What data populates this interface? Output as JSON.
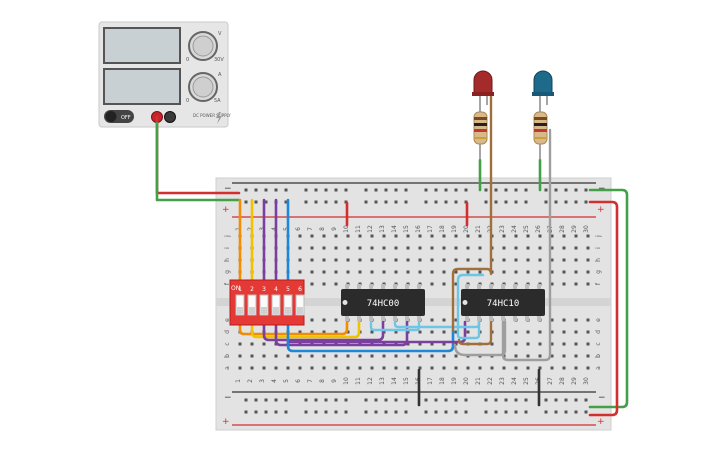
{
  "power_supply": {
    "volt_tick_low": "0",
    "volt_tick_high": "30V",
    "amp_tick_low": "0",
    "amp_tick_high": "5A",
    "dial_mark_v": "V",
    "dial_mark_a": "A",
    "switch_label": "OFF",
    "brand_text": "DC POWER SUPPLY",
    "colors": {
      "body": "#e6e6e6",
      "display": "#c9d0d3",
      "pos_terminal": "#c8232c",
      "neg_terminal": "#3a3a3a"
    }
  },
  "breadboard": {
    "column_numbers": [
      "1",
      "2",
      "3",
      "4",
      "5",
      "6",
      "7",
      "8",
      "9",
      "10",
      "11",
      "12",
      "13",
      "14",
      "15",
      "16",
      "17",
      "18",
      "19",
      "20",
      "21",
      "22",
      "23",
      "24",
      "25",
      "26",
      "27",
      "28",
      "29",
      "30"
    ],
    "rows_top": [
      "j",
      "i",
      "h",
      "g",
      "f"
    ],
    "rows_bottom": [
      "e",
      "d",
      "c",
      "b",
      "a"
    ],
    "rail_minus": "−",
    "rail_plus": "+",
    "colors": {
      "board": "#e3e3e3",
      "hole": "#4a4a4a",
      "rail_red": "#d32f2f",
      "rail_black": "#333333"
    }
  },
  "dip_switch": {
    "numbers": [
      "1",
      "2",
      "3",
      "4",
      "5",
      "6"
    ],
    "marker": "ON",
    "color": "#e53935"
  },
  "chips": [
    {
      "label": "74HC00"
    },
    {
      "label": "74HC10"
    }
  ],
  "leds": [
    {
      "color": "#a52a2a",
      "name": "red"
    },
    {
      "color": "#1e6a8a",
      "name": "blue"
    }
  ],
  "wire_colors": {
    "red": "#d32f2f",
    "green": "#43a047",
    "orange": "#f28c00",
    "yellow": "#f2c200",
    "purple": "#7b3fa0",
    "blue": "#1e88d8",
    "cyan": "#6ec6e6",
    "brown": "#a0703c",
    "gray": "#9e9e9e",
    "black": "#333333"
  }
}
